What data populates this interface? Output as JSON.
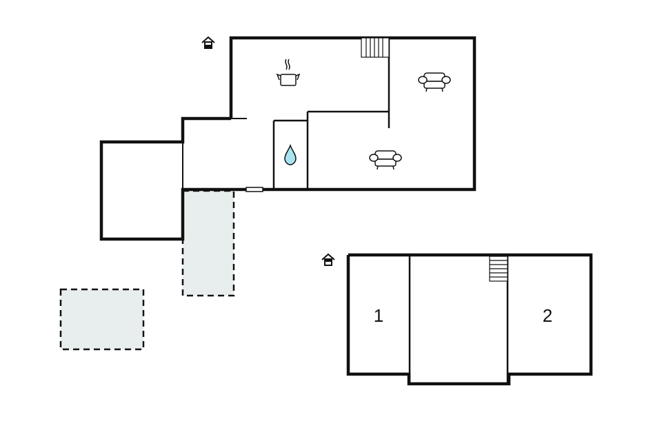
{
  "diagram": {
    "type": "floor-plan",
    "colors": {
      "wall": "#111111",
      "outdoor_area_fill": "#e8eeee",
      "water_drop_fill": "#a8e4f0",
      "background": "#ffffff"
    },
    "floors": [
      {
        "name": "ground-floor",
        "icons": [
          "house-entrance-icon",
          "cooking-pot-icon",
          "armchair-icon",
          "armchair-icon",
          "water-drop-icon",
          "staircase-icon"
        ],
        "outdoor_areas": 2
      },
      {
        "name": "upper-floor",
        "icons": [
          "house-entrance-icon",
          "staircase-icon"
        ],
        "rooms": [
          {
            "label": "1"
          },
          {
            "label": "2"
          }
        ]
      }
    ]
  }
}
